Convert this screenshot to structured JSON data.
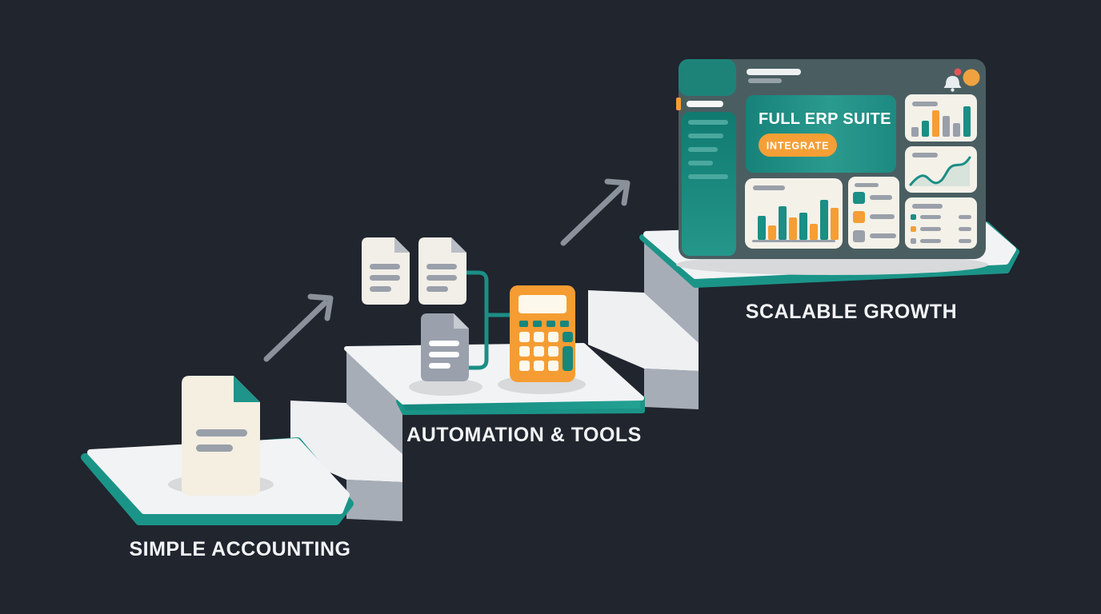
{
  "illustration": {
    "stages": [
      {
        "label": "SIMPLE ACCOUNTING"
      },
      {
        "label": "AUTOMATION & TOOLS"
      },
      {
        "label": "SCALABLE GROWTH"
      }
    ]
  },
  "dashboard": {
    "hero": {
      "title": "FULL ERP SUITE",
      "button_label": "INTEGRATE"
    },
    "cards": {
      "top_right_bar": {
        "heights": [
          12,
          20,
          33,
          26,
          17,
          38
        ],
        "colors": [
          "#9aa0aa",
          "#1b8e85",
          "#f59e35",
          "#9aa0aa",
          "#9aa0aa",
          "#1b8e85"
        ]
      },
      "bottom_left_bar": {
        "heights": [
          30,
          18,
          42,
          28,
          34,
          20,
          50,
          40
        ],
        "colors": [
          "#1b8e85",
          "#f59e35"
        ]
      }
    }
  },
  "colors": {
    "background": "#20252e",
    "teal": "#1b9488",
    "orange": "#f59e35",
    "platform_white": "#f2f3f5",
    "riser_gray": "#a7adb7",
    "window_slate": "#4a5e61",
    "card_cream": "#f4f1e9",
    "notification_red": "#e25555"
  }
}
